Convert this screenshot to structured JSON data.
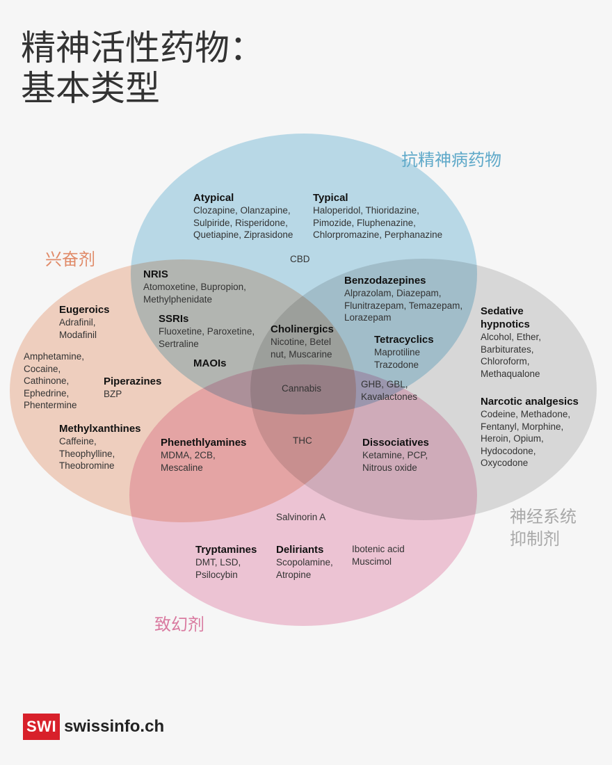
{
  "title": {
    "line1": "精神活性药物：",
    "line2": "基本类型"
  },
  "categories": {
    "antipsychotics": "抗精神病药物",
    "stimulants": "兴奋剂",
    "depressants_1": "神经系统",
    "depressants_2": "抑制剂",
    "hallucinogens": "致幻剂"
  },
  "colors": {
    "antipsychotics": "#a9d6ea",
    "stimulants": "#f5c8b2",
    "depressants": "#d2d2d2",
    "hallucinogens": "#eea7c3",
    "brand": "#d8202a"
  },
  "groups": {
    "atypical": {
      "name": "Atypical",
      "lines": [
        "Clozapine, Olanzapine,",
        "Sulpiride, Risperidone,",
        "Quetiapine, Ziprasidone"
      ]
    },
    "typical": {
      "name": "Typical",
      "lines": [
        "Haloperidol, Thioridazine,",
        "Pimozide, Fluphenazine,",
        "Chlorpromazine, Perphanazine"
      ]
    },
    "cbd": "CBD",
    "nris": {
      "name": "NRIS",
      "lines": [
        "Atomoxetine, Bupropion,",
        "Methylphenidate"
      ]
    },
    "benzo": {
      "name": "Benzodazepines",
      "lines": [
        "Alprazolam, Diazepam,",
        "Flunitrazepam, Temazepam,",
        "Lorazepam"
      ]
    },
    "eugeroics": {
      "name": "Eugeroics",
      "lines": [
        "Adrafinil,",
        "Modafinil"
      ]
    },
    "ssris": {
      "name": "SSRIs",
      "lines": [
        "Fluoxetine, Paroxetine,",
        "Sertraline"
      ]
    },
    "cholinergics": {
      "name": "Cholinergics",
      "lines": [
        "Nicotine, Betel",
        "nut, Muscarine"
      ]
    },
    "tetracyclics": {
      "name": "Tetracyclics",
      "lines": [
        "Maprotiline",
        "Trazodone"
      ]
    },
    "sedative": {
      "name1": "Sedative",
      "name2": "hypnotics",
      "lines": [
        "Alcohol, Ether,",
        "Barbiturates,",
        "Chloroform,",
        "Methaqualone"
      ]
    },
    "amphetamine": {
      "lines": [
        "Amphetamine,",
        "Cocaine,",
        "Cathinone,",
        "Ephedrine,",
        "Phentermine"
      ]
    },
    "maois": {
      "name": "MAOIs"
    },
    "piperazines": {
      "name": "Piperazines",
      "lines": [
        "BZP"
      ]
    },
    "cannabis": "Cannabis",
    "ghb": {
      "lines": [
        "GHB, GBL,",
        "Kavalactones"
      ]
    },
    "narcotic": {
      "name": "Narcotic analgesics",
      "lines": [
        "Codeine, Methadone,",
        "Fentanyl, Morphine,",
        "Heroin, Opium,",
        "Hydocodone,",
        "Oxycodone"
      ]
    },
    "methylxanthines": {
      "name": "Methylxanthines",
      "lines": [
        "Caffeine,",
        "Theophylline,",
        "Theobromine"
      ]
    },
    "phenethylamines": {
      "name": "Phenethlyamines",
      "lines": [
        "MDMA, 2CB,",
        "Mescaline"
      ]
    },
    "thc": "THC",
    "dissociatives": {
      "name": "Dissociatives",
      "lines": [
        "Ketamine, PCP,",
        "Nitrous oxide"
      ]
    },
    "salvinorin": "Salvinorin A",
    "tryptamines": {
      "name": "Tryptamines",
      "lines": [
        "DMT, LSD,",
        "Psilocybin"
      ]
    },
    "deliriants": {
      "name": "Deliriants",
      "lines": [
        "Scopolamine,",
        "Atropine"
      ]
    },
    "ibotenic": {
      "lines": [
        "Ibotenic acid",
        "Muscimol"
      ]
    }
  },
  "logo": {
    "badge": "SWI",
    "text": "swissinfo.ch"
  }
}
